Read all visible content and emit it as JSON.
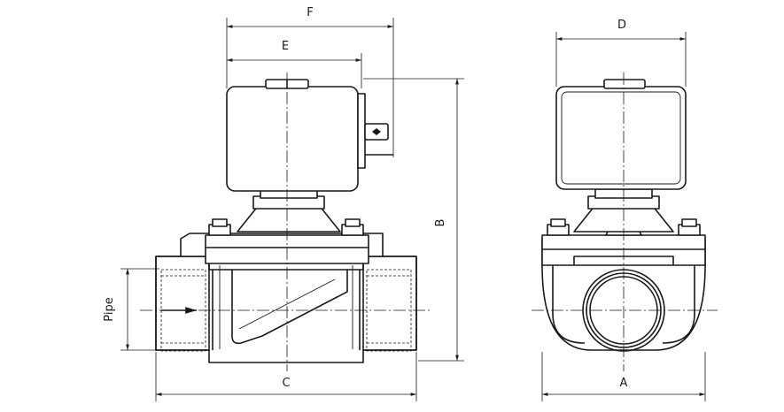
{
  "labels": {
    "a": "A",
    "b": "B",
    "c": "C",
    "d": "D",
    "e": "E",
    "f": "F",
    "pipe": "Pipe"
  }
}
